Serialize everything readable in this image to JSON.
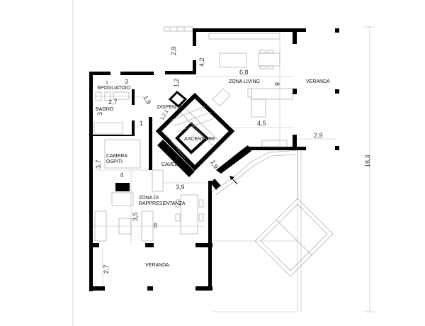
{
  "rooms": {
    "spogliatoio": "SPOGLIATOIO",
    "bagno": "BAGNO",
    "dispensa": "DISPENSA",
    "camera_ospiti_1": "CAMERA",
    "camera_ospiti_2": "OSPITI",
    "cavedio": "CAVEDIO",
    "ascensore": "ASCENSORE",
    "zona_living": "ZONA LIVING",
    "veranda_east": "VERANDA",
    "zona_rappr_1": "ZONA DI",
    "zona_rappr_2": "RAPPRESENTANZA",
    "veranda_south": "VERANDA"
  },
  "dimensions": {
    "spogl_w": "3",
    "spogl_d": "1",
    "bagno_w": "2,7",
    "bagno_d": "3",
    "corr_diag": "1,9",
    "disp": "1,2,1",
    "corr_w": "1",
    "camera_d": "3,7",
    "camera_w": "4",
    "entry_diag": "1,9",
    "stair_top": "2,8",
    "living_step": "4,2",
    "hall": "1,2",
    "living_w": "6,8",
    "living_d": "8",
    "living_lower": "4,5",
    "veranda_e_w": "2,9",
    "total": "18,3",
    "rappr_w": "3,9",
    "rappr_d": "3,5",
    "rappr_len": "8",
    "veranda_s_d": "2,7"
  }
}
